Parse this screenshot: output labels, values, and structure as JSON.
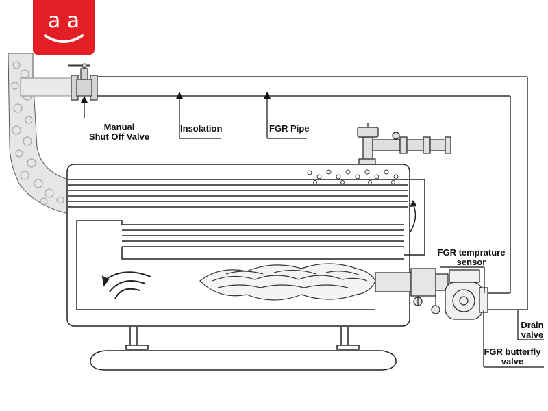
{
  "brand": {
    "logo_text": "a a",
    "color": "#e31e24"
  },
  "labels": {
    "manual_valve_line1": "Manual",
    "manual_valve_line2": "Shut Off Valve",
    "insulation": "Insolation",
    "fgr_pipe": "FGR Pipe",
    "fgr_temp_line1": "FGR temprature",
    "fgr_temp_line2": "sensor",
    "drain_line1": "Drain",
    "drain_line2": "valve",
    "fgr_butterfly_line1": "FGR butterfly",
    "fgr_butterfly_line2": "valve"
  },
  "colors": {
    "line": "#222222",
    "flue_smoke": "#e8e8e8",
    "pipe_fill": "#f2f2f2"
  }
}
